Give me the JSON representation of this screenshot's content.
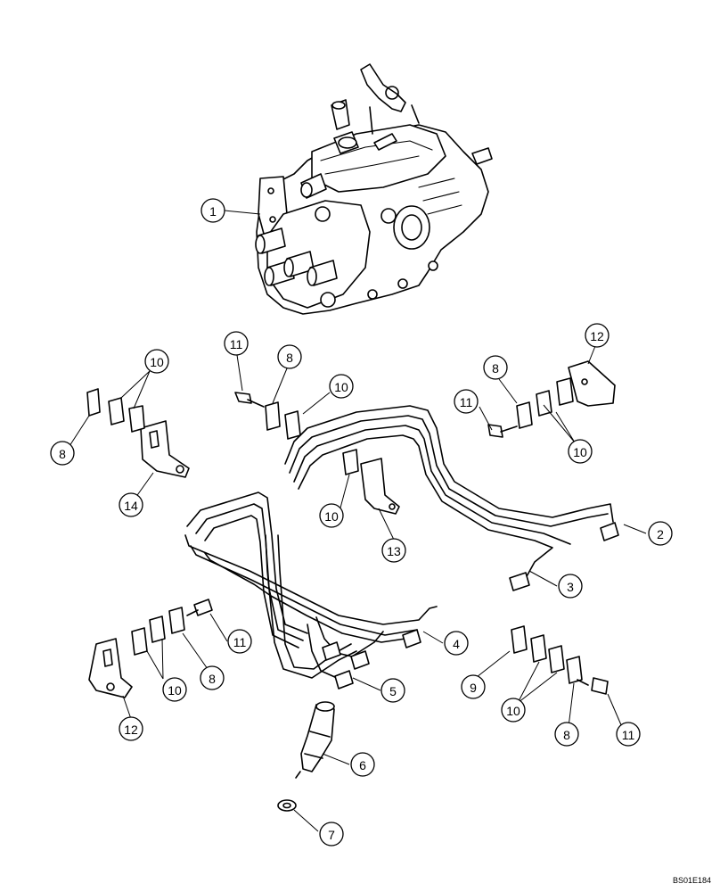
{
  "figure": {
    "document_code": "BS01E184"
  },
  "callouts": [
    {
      "id": "c1",
      "label": "1"
    },
    {
      "id": "c2",
      "label": "2"
    },
    {
      "id": "c3",
      "label": "3"
    },
    {
      "id": "c4",
      "label": "4"
    },
    {
      "id": "c5",
      "label": "5"
    },
    {
      "id": "c6",
      "label": "6"
    },
    {
      "id": "c7",
      "label": "7"
    },
    {
      "id": "c8a",
      "label": "8"
    },
    {
      "id": "c10a",
      "label": "10"
    },
    {
      "id": "c14",
      "label": "14"
    },
    {
      "id": "c11a",
      "label": "11"
    },
    {
      "id": "c8b",
      "label": "8"
    },
    {
      "id": "c10b",
      "label": "10"
    },
    {
      "id": "c10c",
      "label": "10"
    },
    {
      "id": "c13",
      "label": "13"
    },
    {
      "id": "c12a",
      "label": "12"
    },
    {
      "id": "c8c",
      "label": "8"
    },
    {
      "id": "c11b",
      "label": "11"
    },
    {
      "id": "c10d",
      "label": "10"
    },
    {
      "id": "c11c",
      "label": "11"
    },
    {
      "id": "c8d",
      "label": "8"
    },
    {
      "id": "c10e",
      "label": "10"
    },
    {
      "id": "c12b",
      "label": "12"
    },
    {
      "id": "c9",
      "label": "9"
    },
    {
      "id": "c10f",
      "label": "10"
    },
    {
      "id": "c8e",
      "label": "8"
    },
    {
      "id": "c11d",
      "label": "11"
    }
  ]
}
